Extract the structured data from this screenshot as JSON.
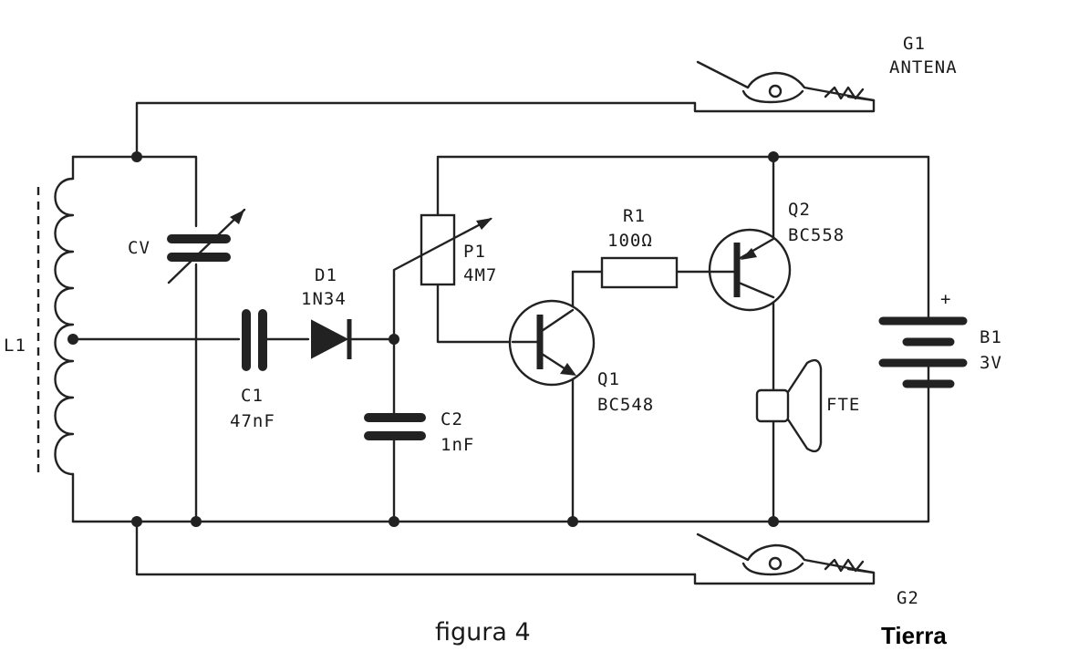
{
  "labels": {
    "g1_id": "G1",
    "g1_name": "ANTENA",
    "g2_id": "G2",
    "l1": "L1",
    "cv": "CV",
    "c1_id": "C1",
    "c1_value": "47nF",
    "d1_id": "D1",
    "d1_value": "1N34",
    "c2_id": "C2",
    "c2_value": "1nF",
    "p1_id": "P1",
    "p1_value": "4M7",
    "r1_id": "R1",
    "r1_value": "100Ω",
    "q1_id": "Q1",
    "q1_value": "BC548",
    "q2_id": "Q2",
    "q2_value": "BC558",
    "fte": "FTE",
    "b1_id": "B1",
    "b1_value": "3V",
    "b1_plus": "+"
  },
  "caption": {
    "figure": "figura 4",
    "tierra": "Tierra"
  }
}
